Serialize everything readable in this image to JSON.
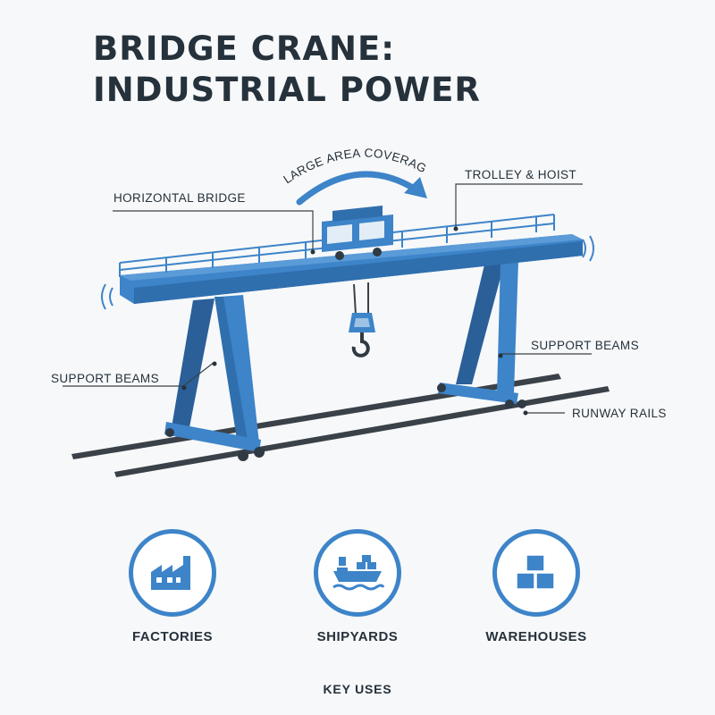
{
  "title": {
    "line1": "BRIDGE CRANE:",
    "line2": "INDUSTRIAL POWER"
  },
  "labels": {
    "coverage": "LARGE AREA COVERAGE",
    "trolley": "TROLLEY & HOIST",
    "bridge": "HORIZONTAL BRIDGE",
    "support_left": "SUPPORT BEAMS",
    "support_right": "SUPPORT BEAMS",
    "rails": "RUNWAY RAILS"
  },
  "key_uses": {
    "heading": "KEY USES",
    "items": [
      {
        "label": "FACTORIES",
        "icon": "factory-icon"
      },
      {
        "label": "SHIPYARDS",
        "icon": "ship-icon"
      },
      {
        "label": "WAREHOUSES",
        "icon": "boxes-icon"
      }
    ]
  },
  "colors": {
    "crane_blue": "#3d84c9",
    "crane_dark": "#2a5f98",
    "rail": "#3a4148",
    "text": "#25313b"
  }
}
